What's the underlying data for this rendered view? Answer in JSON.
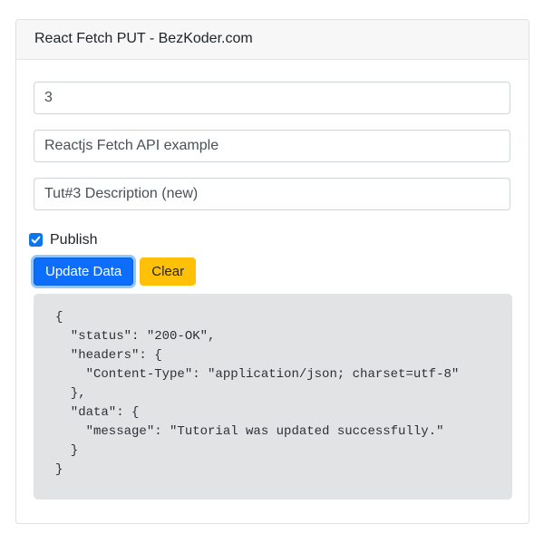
{
  "card": {
    "title": "React Fetch PUT - BezKoder.com"
  },
  "form": {
    "fields": [
      {
        "name": "id",
        "value": "3"
      },
      {
        "name": "title",
        "value": "Reactjs Fetch API example"
      },
      {
        "name": "description",
        "value": "Tut#3 Description (new)"
      }
    ],
    "publish": {
      "label": "Publish",
      "checked": true
    },
    "buttons": {
      "update": "Update Data",
      "clear": "Clear"
    }
  },
  "result": {
    "text": "{\n  \"status\": \"200-OK\",\n  \"headers\": {\n    \"Content-Type\": \"application/json; charset=utf-8\"\n  },\n  \"data\": {\n    \"message\": \"Tutorial was updated successfully.\"\n  }\n}"
  },
  "colors": {
    "primary_button": "#0d6efd",
    "focus_ring": "rgba(38,143,255,0.5)",
    "warning_button": "#ffc107",
    "checkbox": "#0b76ef",
    "result_background": "#e2e3e5",
    "header_background": "#f7f7f7"
  }
}
